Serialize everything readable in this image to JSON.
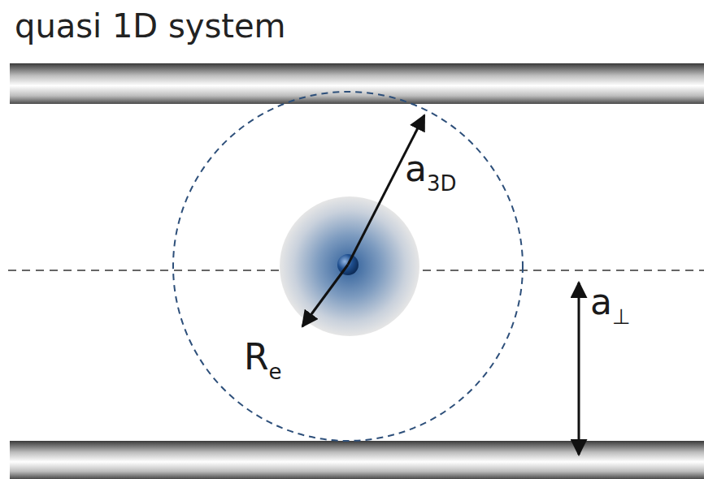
{
  "diagram": {
    "title": "quasi 1D system",
    "labels": [
      "a3D",
      "Re",
      "a⊥"
    ]
  }
}
